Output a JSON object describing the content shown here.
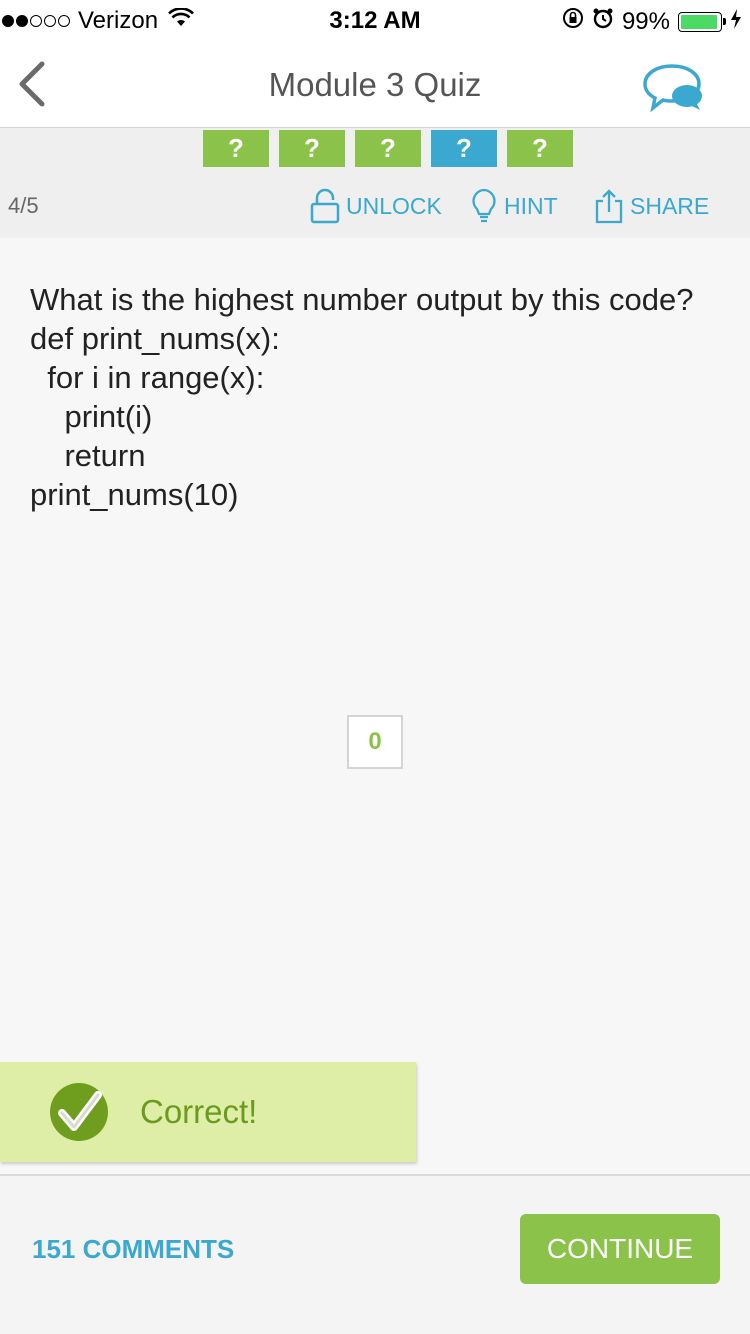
{
  "status_bar": {
    "carrier": "Verizon",
    "time": "3:12 AM",
    "battery_percent": "99%",
    "signal_strength": 2,
    "signal_max": 5
  },
  "nav": {
    "title": "Module 3 Quiz",
    "back_icon": "chevron-left-icon",
    "chat_icon": "chat-bubbles-icon"
  },
  "progress": {
    "items": [
      {
        "label": "?",
        "state": "complete"
      },
      {
        "label": "?",
        "state": "complete"
      },
      {
        "label": "?",
        "state": "complete"
      },
      {
        "label": "?",
        "state": "current"
      },
      {
        "label": "?",
        "state": "complete"
      }
    ],
    "counter": "4/5"
  },
  "toolbar": {
    "unlock_label": "UNLOCK",
    "hint_label": "HINT",
    "share_label": "SHARE"
  },
  "question": {
    "text": "What is the highest number output by this code?\ndef print_nums(x):\n  for i in range(x):\n    print(i)\n    return\nprint_nums(10)"
  },
  "answer": {
    "value": "0"
  },
  "feedback": {
    "text": "Correct!"
  },
  "footer": {
    "comments_label": "151 COMMENTS",
    "continue_label": "CONTINUE"
  },
  "colors": {
    "accent_green": "#8bc34a",
    "accent_blue": "#3ba8cf",
    "correct_bg": "#dfeea6"
  }
}
